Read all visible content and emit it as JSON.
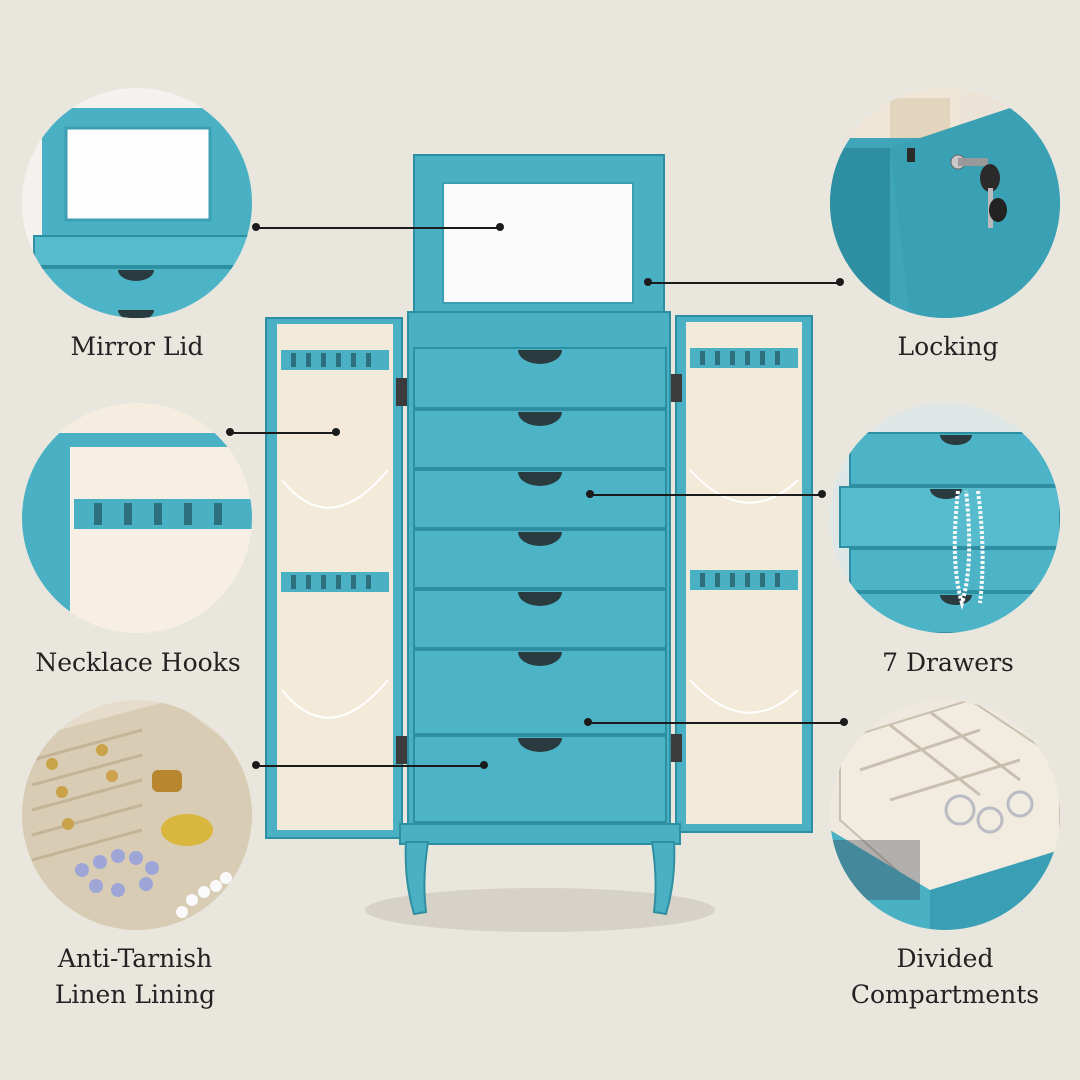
{
  "colors": {
    "background": "#e9e6de",
    "teal": "#4ab0c3",
    "teal_dark": "#2f8fa2",
    "lining": "#f4ead9",
    "leader": "#1b1b1b"
  },
  "features": {
    "mirror_lid": "Mirror Lid",
    "locking": "Locking",
    "necklace_hooks": "Necklace Hooks",
    "drawers": "7 Drawers",
    "lining_line1": "Anti-Tarnish",
    "lining_line2": "Linen Lining",
    "compartments_line1": "Divided",
    "compartments_line2": "Compartments"
  }
}
